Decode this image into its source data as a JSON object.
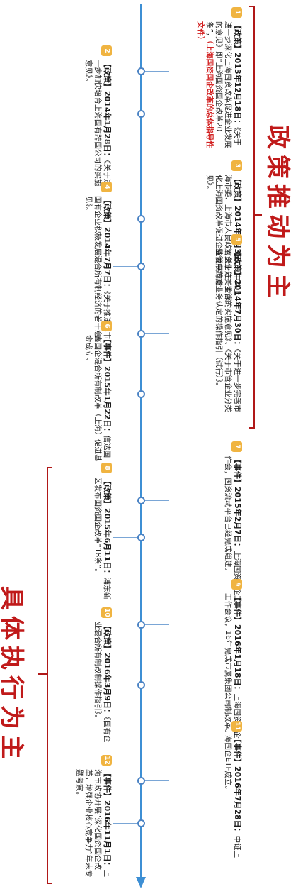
{
  "section_labels": {
    "policy": "政策推动为主",
    "execution": "具体执行为主"
  },
  "entries": [
    {
      "num": "1",
      "head": "【政策】2013年12月18日：",
      "body": "《关于进一步深化上海国资改革促进企业发展的意见》即“上海国资国企改革20条”，",
      "emph": "（上海国资国企改革的总体指导性文件）"
    },
    {
      "num": "2",
      "head": "【政策】2014年1月28日：",
      "body": "《关于进一步加快培育上海国有跨国公司的实施意见》。",
      "emph": ""
    },
    {
      "num": "3",
      "head": "【政策】2014年7月3日：",
      "body": "《中共上海市委、上海市人民政府关于进一步深化上海国资改革促进企业发展的意见》。",
      "emph": ""
    },
    {
      "num": "4",
      "head": "【政策】2014年7月7日：",
      "body": "《关于推进本市国有企业积极发展混合所有制经济的若干意见》。",
      "emph": ""
    },
    {
      "num": "5",
      "head": "【政策】2014年7月30日：",
      "body": "《关于进一步完善市管企业分类监管的实施意见》、《关于市管企业分类监管中跨类业务认定的操作指引（试行）》。",
      "emph": ""
    },
    {
      "num": "6",
      "head": "【事件】2015年1月22日：",
      "body": "信达国鑫国企混合所有制改革（上海）促进基金成立。",
      "emph": ""
    },
    {
      "num": "7",
      "head": "【事件】2015年2月7日：",
      "body": "上海国资国企工作会，国资流动平台已经完成组建。",
      "emph": ""
    },
    {
      "num": "8",
      "head": "【政策】2015年6月11日：",
      "body": "浦东新区发布国资国企改革“18条”。",
      "emph": ""
    },
    {
      "num": "9",
      "head": "【事件】2016年1月18日：",
      "body": "上海国资国企工作会议，16年完成市属集团公司制改革。",
      "emph": ""
    },
    {
      "num": "10",
      "head": "【政策】2016年3月9日：",
      "body": "《国有企业混合所有制改制操作指引》。",
      "emph": ""
    },
    {
      "num": "11",
      "head": "【事件】2016年7月28日：",
      "body": "中证上海国企ETF成立。",
      "emph": ""
    },
    {
      "num": "12",
      "head": "【事件】2016年11月1日：",
      "body": "上海市政协开展“深化国资国企改革，增强企业核心竞争力”年末专题考察。",
      "emph": ""
    }
  ]
}
